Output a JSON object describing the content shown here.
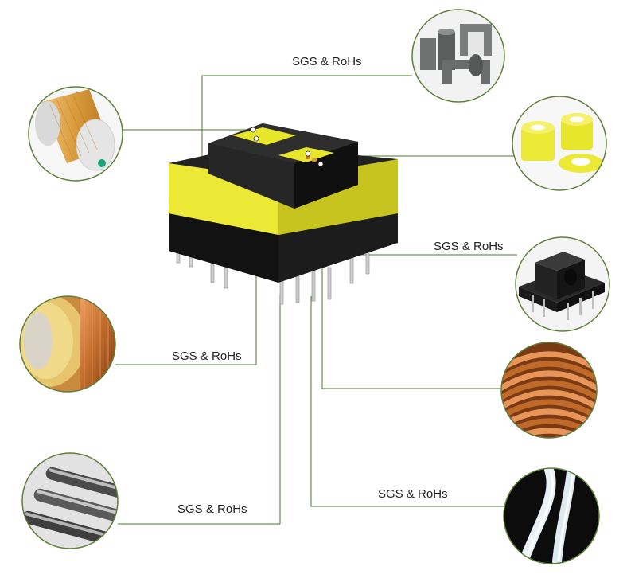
{
  "labels": {
    "ferrite_core": "SGS & RoHs",
    "bobbin_housing": "SGS & RoHs",
    "insulated_wire": "SGS & RoHs",
    "solder_bar": "SGS & RoHs",
    "teflon_sleeve": "SGS & RoHs"
  },
  "colors": {
    "circle_border": "#5f7f3a",
    "leader_line": "#4a7a2e",
    "bobbin_black": "#1a1a1a",
    "tape_yellow": "#e8e62a",
    "copper": "#c06a2a",
    "wire_gold": "#d79a3a",
    "ferrite_gray": "#6f7270",
    "sleeve_white": "#e9f1f6"
  }
}
